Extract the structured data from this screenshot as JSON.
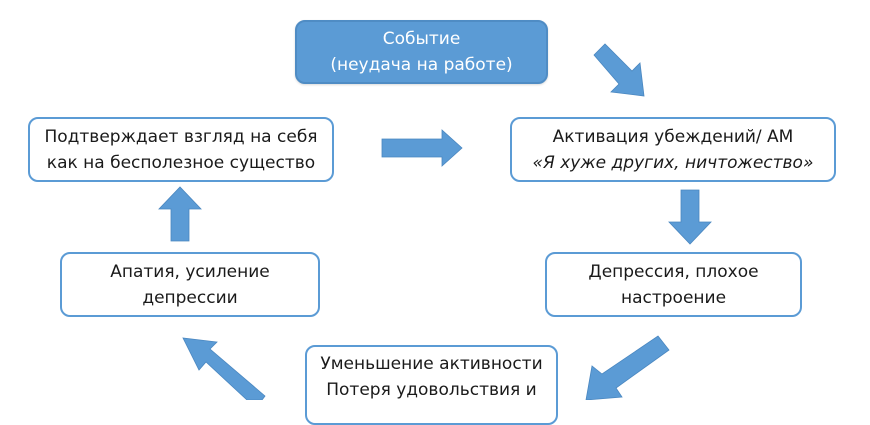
{
  "diagram": {
    "type": "cycle",
    "language": "ru",
    "accent_color": "#5b9bd5",
    "nodes": [
      {
        "id": "event",
        "lines": [
          "Событие",
          "(неудача на работе)"
        ],
        "style": "filled"
      },
      {
        "id": "belief",
        "lines": [
          "Активация убеждений/ АМ",
          "«Я хуже других, ничтожество»"
        ],
        "italic_line": 1,
        "style": "outlined"
      },
      {
        "id": "depression",
        "lines": [
          "Депрессия, плохое",
          "настроение"
        ],
        "style": "outlined"
      },
      {
        "id": "activity",
        "lines": [
          "Уменьшение активности",
          "Потеря удовольствия и"
        ],
        "style": "outlined"
      },
      {
        "id": "apathy",
        "lines": [
          "Апатия, усиление",
          "депрессии"
        ],
        "style": "outlined"
      },
      {
        "id": "confirm",
        "lines": [
          "Подтверждает взгляд на себя",
          "как на бесполезное существо"
        ],
        "style": "outlined"
      }
    ],
    "edges": [
      {
        "from": "event",
        "to": "belief",
        "direction": "down-right"
      },
      {
        "from": "belief",
        "to": "depression",
        "direction": "down"
      },
      {
        "from": "depression",
        "to": "activity",
        "direction": "down-left"
      },
      {
        "from": "activity",
        "to": "apathy",
        "direction": "up-left"
      },
      {
        "from": "apathy",
        "to": "confirm",
        "direction": "up"
      },
      {
        "from": "confirm",
        "to": "belief",
        "direction": "right"
      }
    ]
  }
}
